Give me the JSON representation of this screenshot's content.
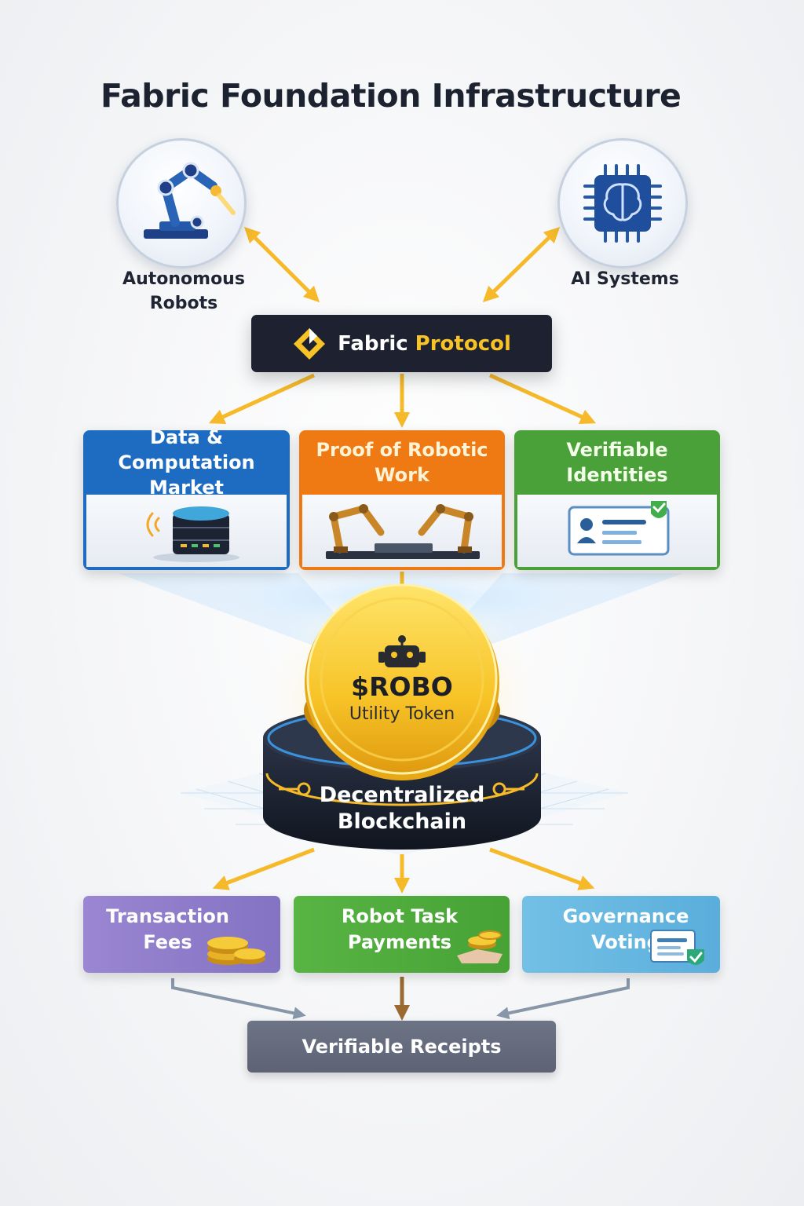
{
  "title": "Fabric Foundation Infrastructure",
  "nodes": {
    "robots": {
      "label": "Autonomous Robots",
      "icon": "robot-arm-icon"
    },
    "ai": {
      "label": "AI Systems",
      "icon": "ai-chip-brain-icon"
    }
  },
  "protocol": {
    "label_part1": "Fabric",
    "label_part2": "Protocol",
    "icon": "fabric-diamond-logo-icon"
  },
  "modules": [
    {
      "label": "Data & Computation Market",
      "color": "#1e6cc1",
      "icon": "database-signal-icon"
    },
    {
      "label": "Proof of Robotic Work",
      "color": "#ef7a13",
      "icon": "robotic-arms-assembly-icon"
    },
    {
      "label": "Verifiable Identities",
      "color": "#4aa13a",
      "icon": "id-card-check-icon"
    }
  ],
  "token": {
    "name": "$ROBO",
    "subtitle": "Utility Token",
    "icon": "robot-head-icon"
  },
  "blockchain": {
    "label": "Decentralized Blockchain"
  },
  "uses": [
    {
      "label": "Transaction Fees",
      "color": "#8f7fcb",
      "icon": "coins-stack-icon"
    },
    {
      "label": "Robot Task Payments",
      "color": "#52ac3d",
      "icon": "payment-hand-coins-icon"
    },
    {
      "label": "Governance Voting",
      "color": "#66b9e1",
      "icon": "ballot-check-icon"
    }
  ],
  "receipts": {
    "label": "Verifiable Receipts"
  },
  "colors": {
    "arrow": "#f5b92a",
    "dark": "#1e2230",
    "accent": "#f7c327"
  }
}
